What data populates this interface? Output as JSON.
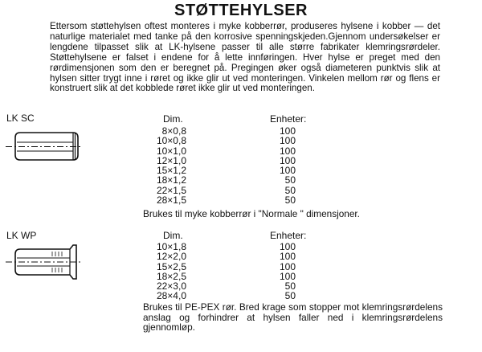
{
  "title": "STØTTEHYLSER",
  "intro": "Ettersom støttehylsen oftest monteres i myke kobberrør, produseres hylsene i kobber — det naturlige materialet med tanke på den korrosive spenningskjeden.Gjennom undersøkelser er lengdene tilpasset slik at LK-hylsene passer til alle større fabrikater klemringsrørdeler. Støttehylsene er falset i endene for å lette innføringen. Hver hylse er preget med den rørdimensjonen som den er beregnet på. Pregingen øker også diameteren punktvis slik at hylsen sitter trygt inne i røret og ikke glir ut ved monteringen. Vinkelen mellom rør og flens er konstruert slik at det kobblede røret ikke glir ut ved monteringen.",
  "sections": [
    {
      "label": "LK SC",
      "dim_header": "Dim.",
      "qty_header": "Enheter:",
      "rows": [
        {
          "dim": "8×0,8",
          "qty": "100"
        },
        {
          "dim": "10×0,8",
          "qty": "100"
        },
        {
          "dim": "10×1,0",
          "qty": "100"
        },
        {
          "dim": "12×1,0",
          "qty": "100"
        },
        {
          "dim": "15×1,2",
          "qty": "100"
        },
        {
          "dim": "18×1,2",
          "qty": "50"
        },
        {
          "dim": "22×1,5",
          "qty": "50"
        },
        {
          "dim": "28×1,5",
          "qty": "50"
        }
      ],
      "note": "Brukes til myke kobberrør i \"Normale \" dimensjoner."
    },
    {
      "label": "LK WP",
      "dim_header": "Dim.",
      "qty_header": "Enheter:",
      "rows": [
        {
          "dim": "10×1,8",
          "qty": "100"
        },
        {
          "dim": "12×2,0",
          "qty": "100"
        },
        {
          "dim": "15×2,5",
          "qty": "100"
        },
        {
          "dim": "18×2,5",
          "qty": "100"
        },
        {
          "dim": "22×3,0",
          "qty": "50"
        },
        {
          "dim": "28×4,0",
          "qty": "50"
        }
      ],
      "note": "Brukes til PE-PEX rør. Bred krage som stopper mot klemringsrørdelens anslag og forhindrer at hylsen faller ned i klemringsrørdelens gjennomløp."
    }
  ]
}
